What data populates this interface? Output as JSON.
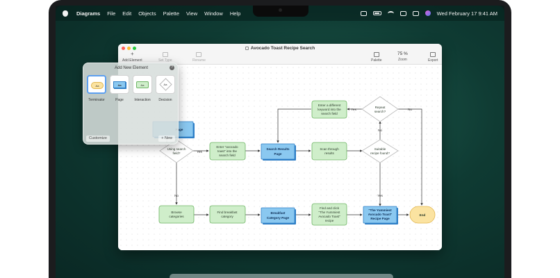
{
  "menubar": {
    "app_name": "Diagrams",
    "items": [
      "File",
      "Edit",
      "Objects",
      "Palette",
      "View",
      "Window",
      "Help"
    ],
    "datetime": "Wed February 17  9:41 AM"
  },
  "window": {
    "title": "Avocado Toast Recipe Search",
    "toolbar": {
      "add_element_label": "Add Element",
      "set_type_label": "Set Type",
      "rename_label": "Rename",
      "palette_label": "Palette",
      "zoom_value": "75 %",
      "zoom_label": "Zoom",
      "export_label": "Export"
    }
  },
  "popover": {
    "title": "Add New Element",
    "help": "?",
    "elements": [
      {
        "label": "Terminator",
        "glyph": "Aa"
      },
      {
        "label": "Page",
        "glyph": "Aa"
      },
      {
        "label": "Interaction",
        "glyph": "Aa"
      },
      {
        "label": "Decision",
        "glyph": "Aa"
      }
    ],
    "customize_label": "Customize",
    "new_label": "New"
  },
  "flowchart": {
    "nodes": {
      "partial_page": "Page",
      "using_search": [
        "Using search",
        "field?"
      ],
      "enter_avocado": [
        "Enter \"avocado",
        "toast\" into the",
        "search field"
      ],
      "search_results": [
        "Search Results",
        "Page"
      ],
      "scan_results": [
        "Scan through",
        "results"
      ],
      "suitable": [
        "Suitable",
        "recipe found?"
      ],
      "repeat_search": [
        "Repeat",
        "search?"
      ],
      "enter_different": [
        "Enter a different",
        "keyword into the",
        "search field"
      ],
      "browse": [
        "Browse",
        "categories"
      ],
      "find_breakfast": [
        "Find breakfast",
        "category"
      ],
      "breakfast_page": [
        "Breakfast",
        "Category Page"
      ],
      "find_click": [
        "Find and click",
        "\"The Yummiest",
        "Avocado Toast\"",
        "recipe"
      ],
      "yummiest_page": [
        "\"The Yummiest",
        "Avocado Toast\"",
        "Recipe Page"
      ],
      "end": "End"
    },
    "edge_labels": {
      "yes1": "Yes",
      "no1": "No",
      "yes2": "Yes",
      "no2": "No",
      "yes3": "Yes",
      "no3": "No"
    }
  },
  "colors": {
    "interaction_fill": "#cfeeca",
    "interaction_stroke": "#6cb463",
    "page_fill": "#8ac8f0",
    "page_stroke": "#2f7fc6",
    "terminator_fill": "#fbe3a1",
    "terminator_stroke": "#e2b64e",
    "decision_fill": "#ffffff",
    "decision_stroke": "#b9b9b9",
    "wallpaper": "#0f3b33"
  }
}
